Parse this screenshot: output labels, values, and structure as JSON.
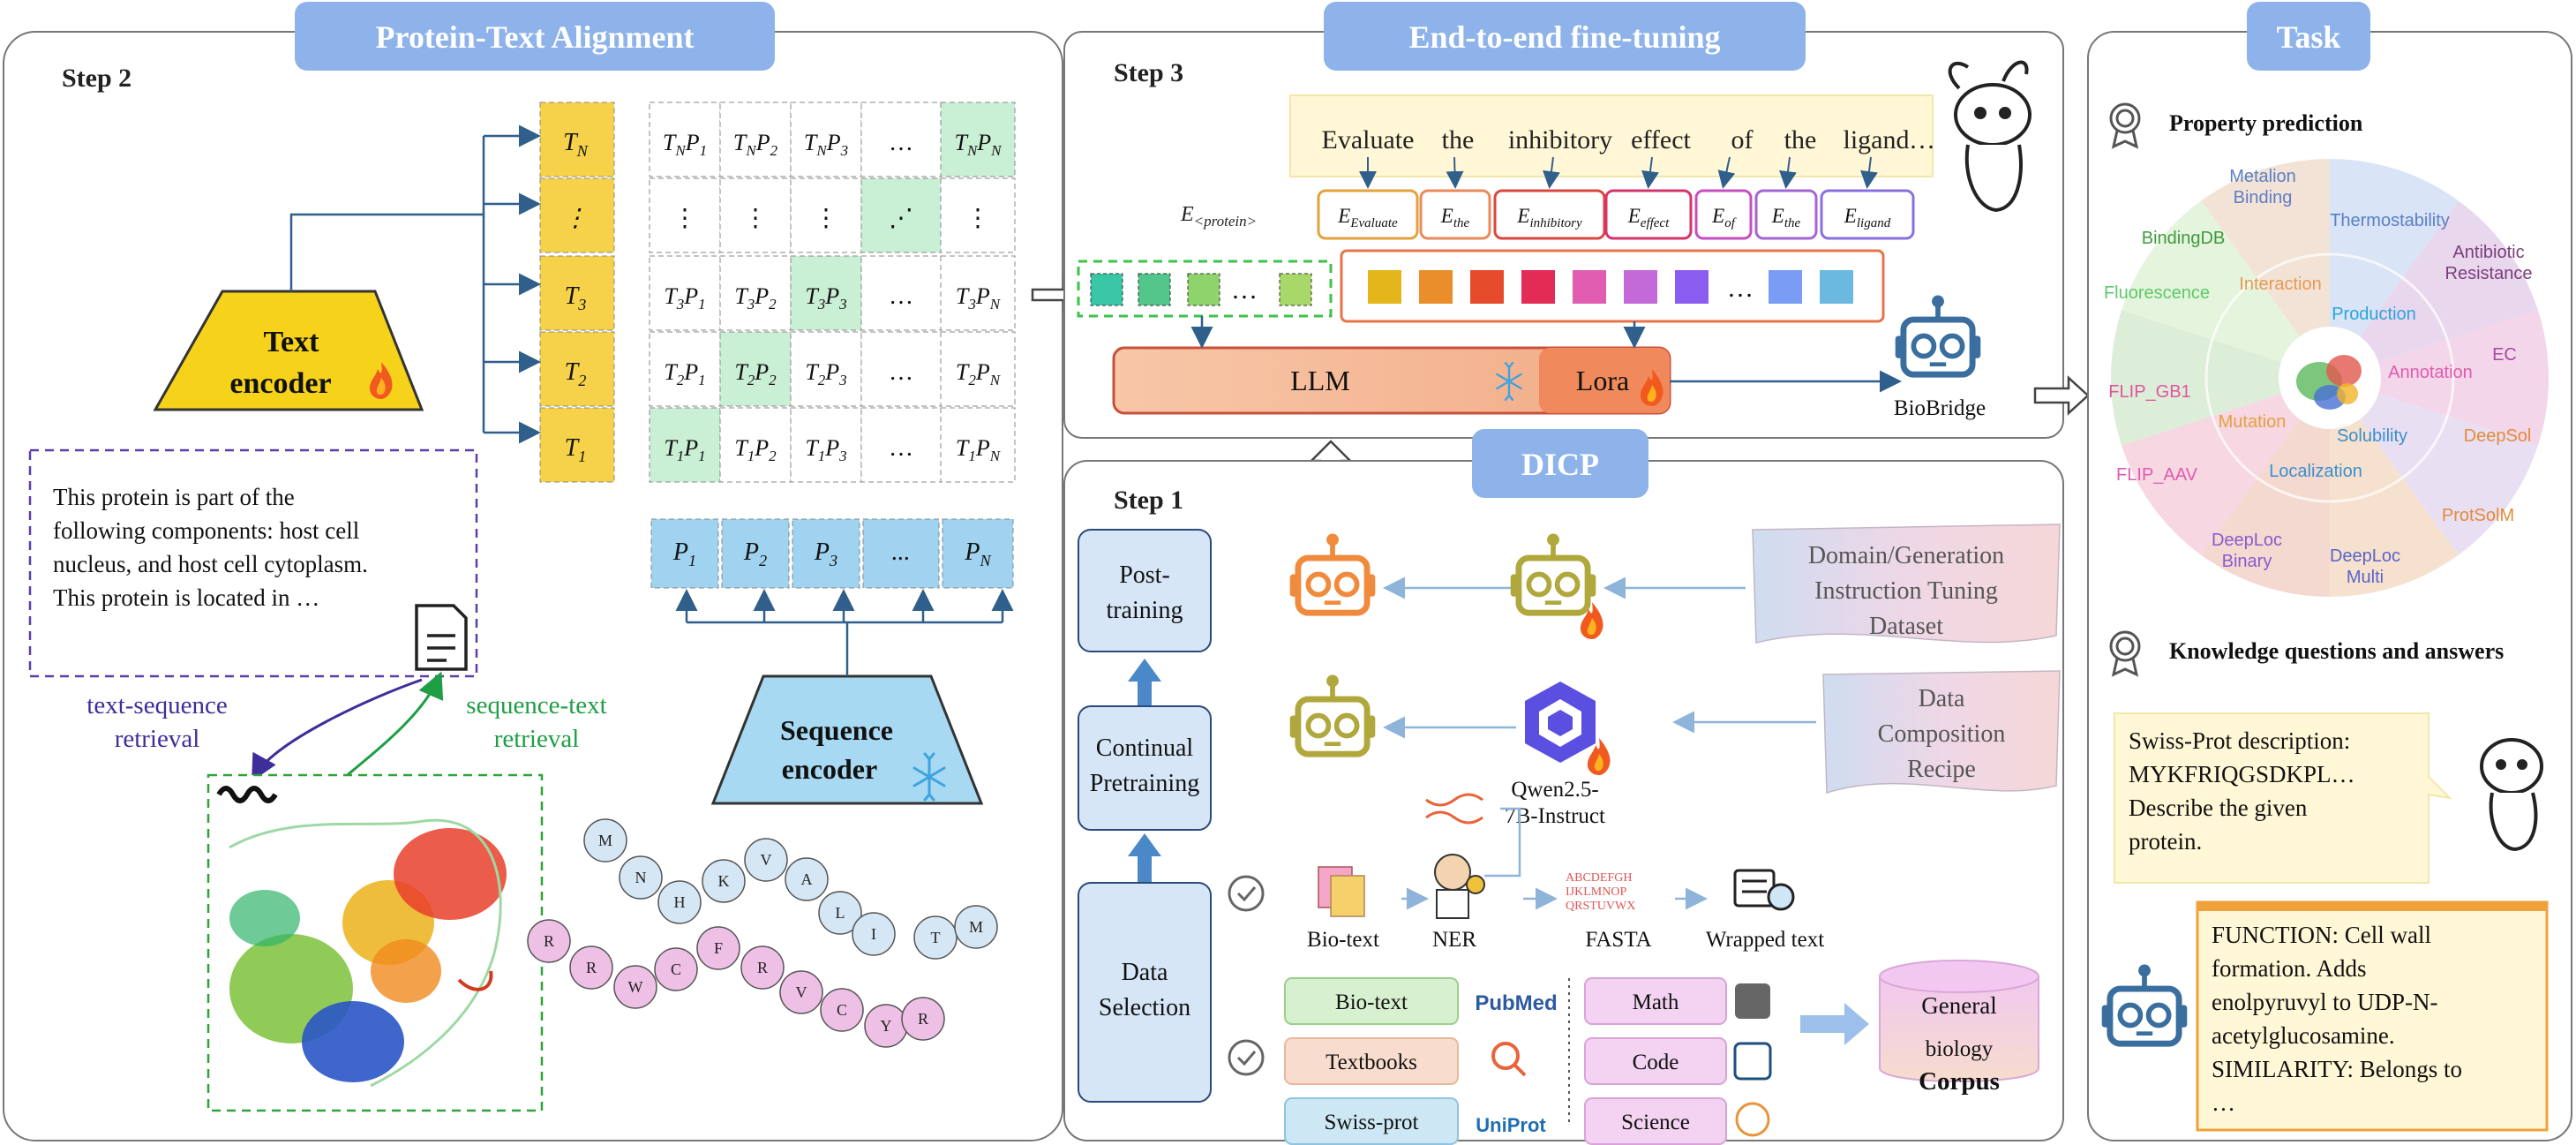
{
  "protein_text_alignment": {
    "title": "Protein-Text Alignment",
    "step": "Step 2",
    "text_encoder_line1": "Text",
    "text_encoder_line2": "encoder",
    "sequence_encoder_line1": "Sequence",
    "sequence_encoder_line2": "encoder",
    "text_tokens": [
      {
        "b": "T",
        "s": "N"
      },
      {
        "b": "⋮",
        "s": ""
      },
      {
        "b": "T",
        "s": "3"
      },
      {
        "b": "T",
        "s": "2"
      },
      {
        "b": "T",
        "s": "1"
      }
    ],
    "protein_tokens": [
      {
        "b": "P",
        "s": "1"
      },
      {
        "b": "P",
        "s": "2"
      },
      {
        "b": "P",
        "s": "3"
      },
      {
        "b": "...",
        "s": ""
      },
      {
        "b": "P",
        "s": "N"
      }
    ],
    "matrix": [
      [
        "TNP1",
        "TNP2",
        "TNP3",
        "…",
        "TNPN"
      ],
      [
        "⋮",
        "⋮",
        "⋮",
        "⋮",
        "⋮"
      ],
      [
        "T3P1",
        "T3P2",
        "T3P3",
        "…",
        "T3PN"
      ],
      [
        "T2P1",
        "T2P2",
        "T2P3",
        "…",
        "T2PN"
      ],
      [
        "T1P1",
        "T1P2",
        "T1P3",
        "…",
        "T1PN"
      ]
    ],
    "description_lines": [
      "This protein is part of the",
      "following components: host cell",
      "nucleus, and host cell cytoplasm.",
      "This protein is located in …"
    ],
    "text_sequence_retrieval": [
      "text-sequence",
      "retrieval"
    ],
    "sequence_text_retrieval": [
      "sequence-text",
      "retrieval"
    ],
    "residues_chain1": [
      "M",
      "N",
      "H",
      "K",
      "V",
      "A",
      "L",
      "I",
      "T",
      "M"
    ],
    "residues_chain2": [
      "R",
      "R",
      "W",
      "C",
      "F",
      "R",
      "V",
      "C",
      "Y",
      "R"
    ]
  },
  "fine_tuning": {
    "title": "End-to-end fine-tuning",
    "step": "Step 3",
    "prompt_words": [
      "Evaluate",
      "the",
      "inhibitory",
      "effect",
      "of",
      "the",
      "ligand",
      "…"
    ],
    "embed_label": "E<protein>",
    "embeddings": [
      {
        "sub": "Evaluate",
        "color": "#e3a23a"
      },
      {
        "sub": "the",
        "color": "#e88a5a"
      },
      {
        "sub": "inhibitory",
        "color": "#d9463c"
      },
      {
        "sub": "effect",
        "color": "#d6336c"
      },
      {
        "sub": "of",
        "color": "#c74ec0"
      },
      {
        "sub": "the",
        "color": "#a564d3"
      },
      {
        "sub": "ligand",
        "color": "#8a6fe0"
      }
    ],
    "protein_tokens_colors": [
      "#3ac7a6",
      "#53c68b",
      "#8fd36c"
    ],
    "token_colors": [
      "#e5b61c",
      "#ea8e2c",
      "#e64b2c",
      "#e22c56",
      "#e05db2",
      "#c46ad8",
      "#8b5cf0",
      "#7b9cf4",
      "#6bb8e0"
    ],
    "ellipsis": "…",
    "llm_label": "LLM",
    "lora_label": "Lora",
    "biobridge_label": "BioBridge"
  },
  "dicp": {
    "title": "DICP",
    "step": "Step 1",
    "stages": [
      "Post-training",
      "Continual Pretraining",
      "Data Selection"
    ],
    "post_training_lines": [
      "Post-",
      "training"
    ],
    "continual_lines": [
      "Continual",
      "Pretraining"
    ],
    "data_selection_lines": [
      "Data",
      "Selection"
    ],
    "domain_dataset_lines": [
      "Domain/Generation",
      "Instruction Tuning",
      "Dataset"
    ],
    "data_recipe_lines": [
      "Data",
      "Composition",
      "Recipe"
    ],
    "qwen_lines": [
      "Qwen2.5-",
      "7B-Instruct"
    ],
    "pipeline": [
      "Bio-text",
      "NER",
      "FASTA",
      "Wrapped text"
    ],
    "fasta_glyphs": "ABCDEFGH IJKLMNOP QRSTUVWX",
    "sources_left": [
      "Bio-text",
      "Textbooks",
      "Swiss-prot"
    ],
    "sources_right": [
      "Math",
      "Code",
      "Science"
    ],
    "source_logos": [
      "PubMed",
      "UniProt"
    ],
    "corpus_top": "General",
    "corpus_bottom": "biology",
    "corpus_label": "Corpus"
  },
  "task": {
    "title": "Task",
    "property_prediction": "Property prediction",
    "wheel_labels": [
      {
        "text": "Metalion Binding",
        "color": "#5b7fc4"
      },
      {
        "text": "Thermostability",
        "color": "#5b7fc4"
      },
      {
        "text": "Antibiotic Resistance",
        "color": "#7a3e7a"
      },
      {
        "text": "BindingDB",
        "color": "#3f9a3f"
      },
      {
        "text": "Interaction",
        "color": "#e69a55"
      },
      {
        "text": "Fluorescence",
        "color": "#5cc96a"
      },
      {
        "text": "Production",
        "color": "#2aa4dd"
      },
      {
        "text": "EC",
        "color": "#a44aa4"
      },
      {
        "text": "Annotation",
        "color": "#e05bb0"
      },
      {
        "text": "FLIP_GB1",
        "color": "#e2559e"
      },
      {
        "text": "Mutation",
        "color": "#e5a040"
      },
      {
        "text": "Solubility",
        "color": "#3b8fcc"
      },
      {
        "text": "DeepSol",
        "color": "#e58a3a"
      },
      {
        "text": "FLIP_AAV",
        "color": "#e05bb0"
      },
      {
        "text": "Localization",
        "color": "#3b8fcc"
      },
      {
        "text": "ProtSolM",
        "color": "#e58a3a"
      },
      {
        "text": "DeepLoc Binary",
        "color": "#8a5ad0"
      },
      {
        "text": "DeepLoc Multi",
        "color": "#5a63c8"
      }
    ],
    "wheel_colors": [
      "#d9e4f6",
      "#e9d7ee",
      "#f3d6e9",
      "#e9dff3",
      "#f6e1cf",
      "#f3d9cf",
      "#f6d7e2",
      "#dcedd8",
      "#e5f4dc",
      "#f2e3d6"
    ],
    "knowledge_qa": "Knowledge questions and answers",
    "question_lines": [
      "Swiss-Prot description:",
      "MYKFRIQGSDKPL…",
      "Describe the given",
      "protein."
    ],
    "answer_lines": [
      "FUNCTION: Cell wall",
      "formation. Adds",
      "enolpyruvyl to UDP-N-",
      "acetylglucosamine.",
      "SIMILARITY: Belongs to",
      "…"
    ]
  }
}
